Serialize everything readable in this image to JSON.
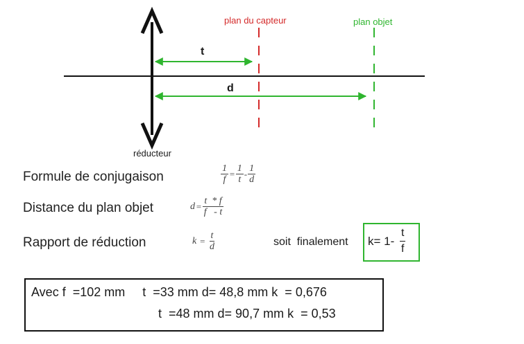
{
  "diagram": {
    "labels": {
      "sensor_plane": "plan du capteur",
      "object_plane": "plan objet",
      "t": "t",
      "d": "d",
      "lens": "réducteur"
    },
    "colors": {
      "sensor_plane": "#d42a2a",
      "object_plane": "#2fb52f",
      "dimension_arrows": "#2fb52f",
      "axis": "#111111"
    }
  },
  "formulas": {
    "conjugation": {
      "label": "Formule de conjugaison",
      "lhs_num": "1",
      "lhs_den": "f",
      "eq": "=",
      "r1_num": "1",
      "r1_den": "t",
      "minus": "-",
      "r2_num": "1",
      "r2_den": "d"
    },
    "object_distance": {
      "label": "Distance du plan objet",
      "lhs": "d",
      "eq": "=",
      "num": "t  * f",
      "den": "f   - t"
    },
    "reduction": {
      "label": "Rapport de réduction",
      "lhs": "k",
      "eq": "=",
      "num": "t",
      "den": "d",
      "final_text": "soit  finalement",
      "final_k": "k= 1-",
      "final_num": "t",
      "final_den": "f"
    }
  },
  "results": {
    "row1": "Avec f  =102 mm     t  =33 mm d= 48,8 mm k  = 0,676",
    "row2": "t  =48 mm d= 90,7 mm k  = 0,53"
  }
}
